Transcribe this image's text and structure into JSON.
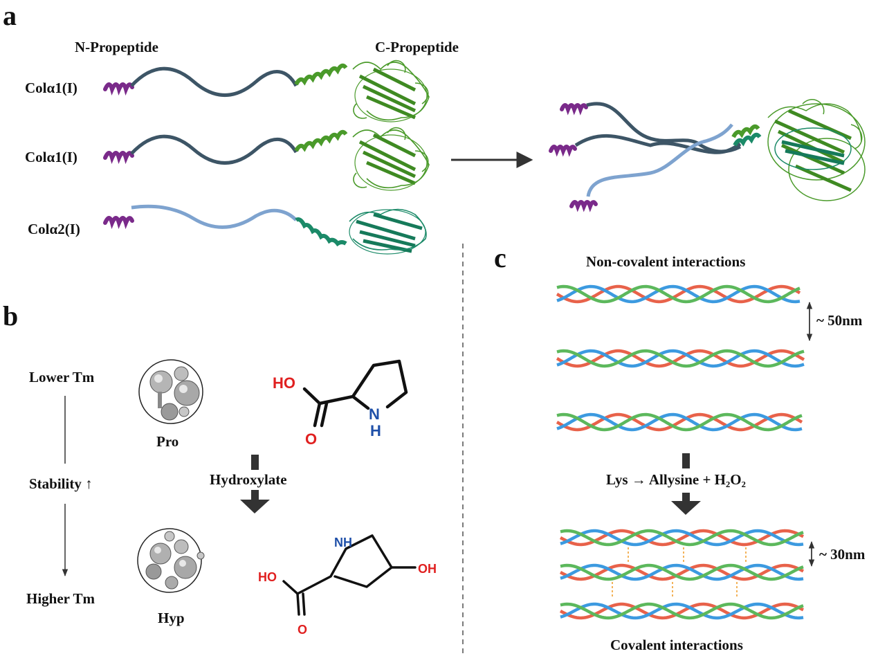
{
  "colors": {
    "dark_chain": "#3d5566",
    "light_chain": "#7ea3cf",
    "alpha1_domain": "#4a9a2a",
    "alpha2_domain": "#1b8a68",
    "n_helix": "#7a2a8a",
    "strand_red": "#e8624a",
    "strand_blue": "#3c9ae0",
    "strand_green": "#5cb85c",
    "crosslink": "#f0a030"
  },
  "panel_a": {
    "letter": "a",
    "n_propeptide": "N-Propeptide",
    "c_propeptide": "C-Propeptide",
    "chains": [
      {
        "label": "Colα1(I)",
        "type": "alpha1"
      },
      {
        "label": "Colα1(I)",
        "type": "alpha1"
      },
      {
        "label": "Colα2(I)",
        "type": "alpha2"
      }
    ]
  },
  "panel_b": {
    "letter": "b",
    "lower_tm": "Lower Tm",
    "stability": "Stability ↑",
    "higher_tm": "Higher Tm",
    "pro": "Pro",
    "hyp": "Hyp",
    "hydroxylate": "Hydroxylate",
    "pro_atoms": {
      "ho": "HO",
      "o": "O",
      "n": "N",
      "h": "H"
    },
    "hyp_atoms": {
      "ho": "HO",
      "o": "O",
      "nh": "NH",
      "oh": "OH"
    }
  },
  "panel_c": {
    "letter": "c",
    "noncovalent": "Non-covalent interactions",
    "spacing_top": "~ 50nm",
    "reaction": "Lys → Allysine + H₂O₂",
    "spacing_bottom": "~ 30nm",
    "covalent": "Covalent interactions"
  }
}
